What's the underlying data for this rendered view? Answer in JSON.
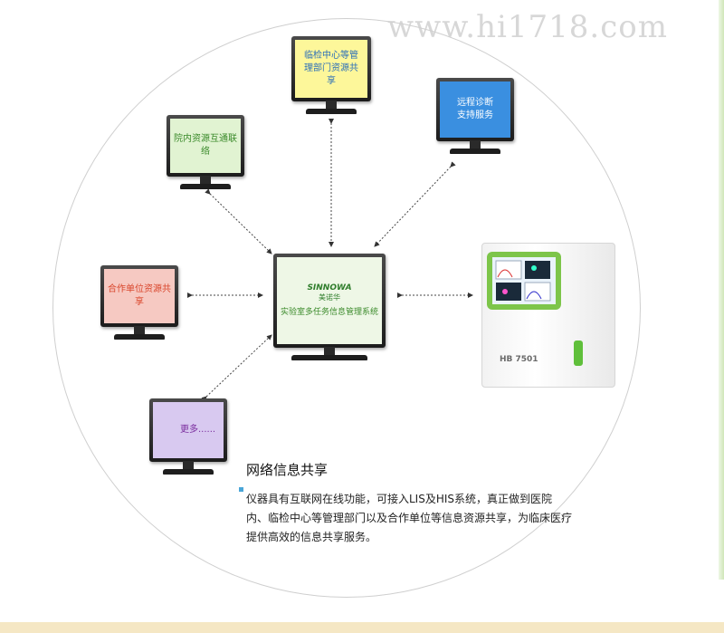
{
  "watermark": "www.hi1718.com",
  "center_monitor": {
    "logo": "SINNOWA",
    "logo_sub": "美诺华",
    "label": "实验室多任务信息管理系统"
  },
  "satellites": {
    "top": "临检中心等管理部门资源共享",
    "upper_right": "远程诊断支持服务",
    "upper_left": "院内资源互通联络",
    "left": "合作单位资源共享",
    "lower_left": "更多......"
  },
  "instrument": {
    "brand": "HB 7501"
  },
  "info": {
    "title": "网络信息共享",
    "body": "仪器具有互联网在线功能，可接入LIS及HIS系统，真正做到医院内、临检中心等管理部门以及合作单位等信息资源共享，为临床医疗提供高效的信息共享服务。"
  },
  "colors": {
    "top": "#fdf79a",
    "upper_right": "#3a8fe0",
    "upper_left": "#e1f3d2",
    "left": "#f6c9c2",
    "lower_left": "#d8c9f0",
    "center": "#eef7e6",
    "instrument_accent": "#7dc54a"
  }
}
